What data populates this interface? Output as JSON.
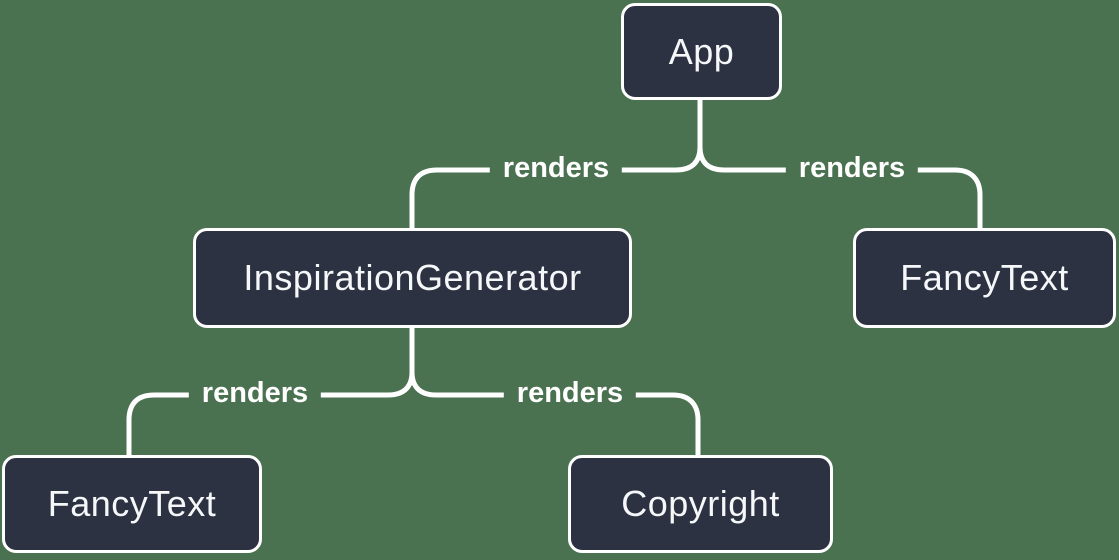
{
  "diagram": {
    "description": "React render tree diagram",
    "colors": {
      "background": "#4A7150",
      "node_fill": "#2C3242",
      "node_text": "#F6F7F9",
      "line": "#FFFFFF"
    },
    "nodes": {
      "app": {
        "label": "App"
      },
      "inspiration_generator": {
        "label": "InspirationGenerator"
      },
      "fancy_text_top": {
        "label": "FancyText"
      },
      "fancy_text_bottom": {
        "label": "FancyText"
      },
      "copyright": {
        "label": "Copyright"
      }
    },
    "edges": {
      "app_to_inspiration_generator": {
        "label": "renders"
      },
      "app_to_fancy_text": {
        "label": "renders"
      },
      "inspiration_generator_to_fancy_text": {
        "label": "renders"
      },
      "inspiration_generator_to_copyright": {
        "label": "renders"
      }
    }
  }
}
